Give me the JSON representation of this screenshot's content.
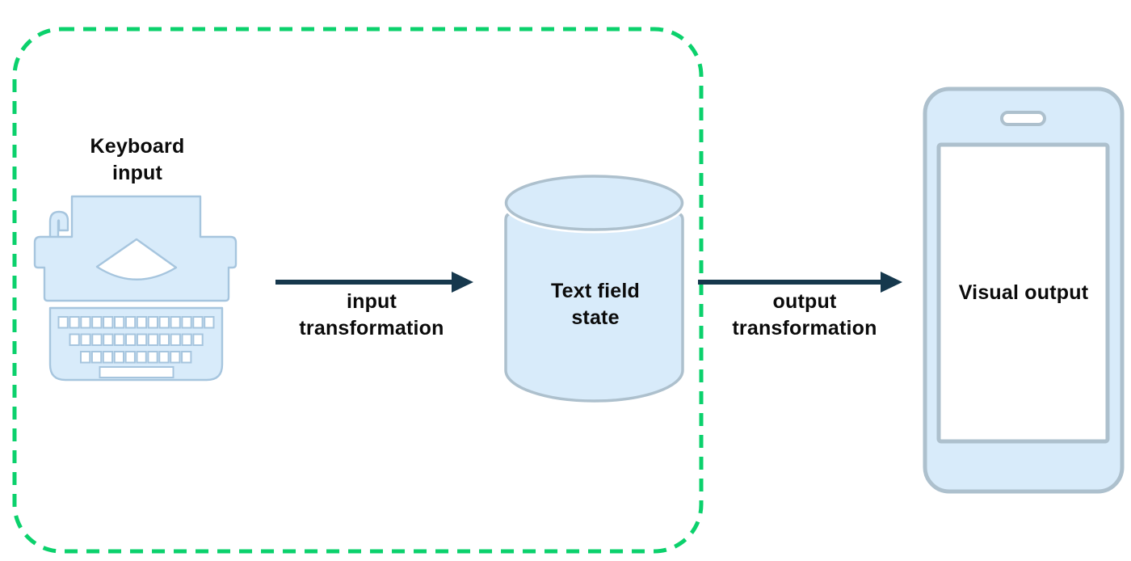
{
  "diagram": {
    "boundary": {
      "style": "dashed-rounded-rect",
      "color": "#0BD16C"
    },
    "nodes": {
      "keyboard_input": {
        "label": "Keyboard\ninput",
        "icon": "typewriter-icon"
      },
      "text_field_state": {
        "label": "Text field\nstate",
        "icon": "database-cylinder-icon"
      },
      "visual_output": {
        "label": "Visual output",
        "icon": "smartphone-icon"
      }
    },
    "arrows": {
      "input": {
        "label": "input\ntransformation",
        "direction": "right"
      },
      "output": {
        "label": "output\ntransformation",
        "direction": "right"
      }
    },
    "colors": {
      "fill_light_blue": "#D8EBFA",
      "stroke_blue": "#A6C5DE",
      "stroke_gray": "#ADC0CD",
      "arrow_dark": "#16384D",
      "boundary_green": "#0BD16C",
      "text_black": "#0B0B0B",
      "screen_white": "#FFFFFF"
    }
  }
}
